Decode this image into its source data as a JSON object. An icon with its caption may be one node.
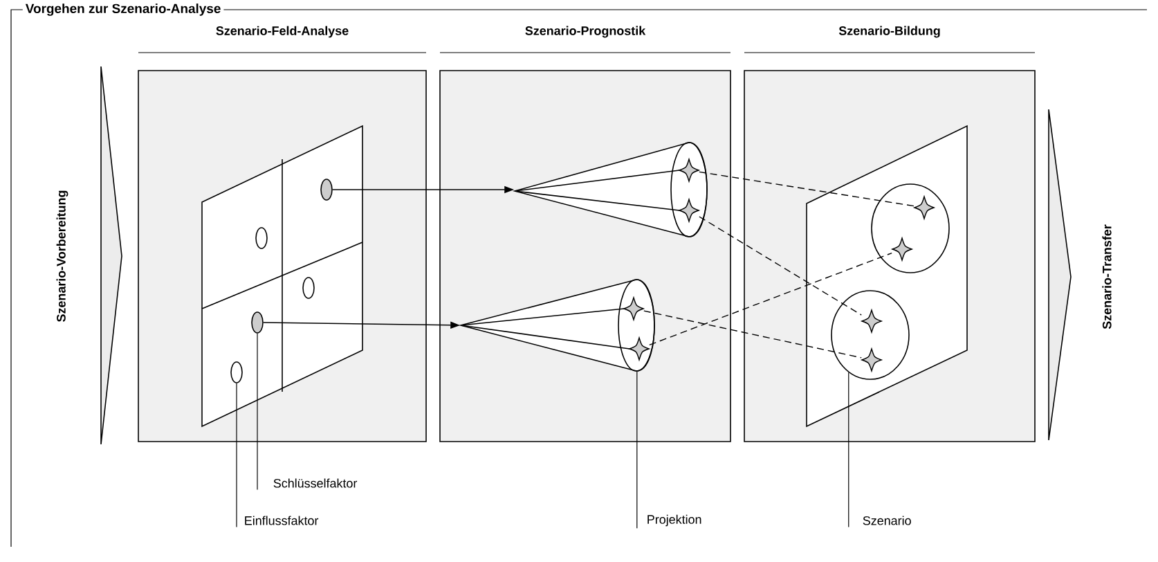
{
  "diagram": {
    "title": "Vorgehen zur Szenario-Analyse",
    "nodes": [
      {
        "text": [
          "Szenario-Feld-Analyse"
        ]
      },
      {
        "text": [
          "Szenario-Prognostik"
        ]
      },
      {
        "text": [
          "Szenario-Bildung"
        ]
      },
      {
        "text": [
          "Szenario-Vorbereitung"
        ]
      },
      {
        "text": [
          "Szenario-Transfer"
        ]
      },
      {
        "text": [],
        "shape": "ellipse",
        "in": 0
      },
      {
        "text": [],
        "shape": "ellipse",
        "in": 0
      },
      {
        "text": [],
        "shape": "ellipse",
        "in": 0
      },
      {
        "text": [],
        "shape": "ellipse",
        "in": 0
      },
      {
        "text": [],
        "shape": "ellipse",
        "in": 0
      },
      {
        "text": [],
        "shape": "cone",
        "in": 1
      },
      {
        "text": [],
        "shape": "cone",
        "in": 1
      },
      {
        "text": [],
        "shape": "star",
        "in": 10
      },
      {
        "text": [],
        "shape": "star",
        "in": 10
      },
      {
        "text": [],
        "shape": "star",
        "in": 11
      },
      {
        "text": [],
        "shape": "star",
        "in": 11
      },
      {
        "text": [],
        "shape": "ellipse",
        "in": 2
      },
      {
        "text": [],
        "shape": "ellipse",
        "in": 2
      },
      {
        "text": [],
        "shape": "star",
        "in": 16
      },
      {
        "text": [],
        "shape": "star",
        "in": 16
      },
      {
        "text": [],
        "shape": "star",
        "in": 17
      },
      {
        "text": [],
        "shape": "star",
        "in": 17
      },
      {
        "text": [
          "Schlüsselfaktor"
        ]
      },
      {
        "text": [
          "Einflussfaktor"
        ]
      },
      {
        "text": [
          "Projektion"
        ]
      },
      {
        "text": [
          "Szenario"
        ]
      }
    ],
    "edges": [
      {
        "from": 5,
        "to": 10,
        "arrow": "to"
      },
      {
        "from": 8,
        "to": 11,
        "arrow": "to"
      },
      {
        "from": 12,
        "to": 18,
        "arrow": "none",
        "style": "dashed"
      },
      {
        "from": 13,
        "to": 20,
        "arrow": "none",
        "style": "dashed"
      },
      {
        "from": 14,
        "to": 21,
        "arrow": "none",
        "style": "dashed"
      },
      {
        "from": 15,
        "to": 19,
        "arrow": "none",
        "style": "dashed"
      },
      {
        "from": 22,
        "to": 8,
        "arrow": "none"
      },
      {
        "from": 23,
        "to": 9,
        "arrow": "none"
      },
      {
        "from": 24,
        "to": 11,
        "arrow": "none"
      },
      {
        "from": 25,
        "to": 17,
        "arrow": "none"
      }
    ]
  }
}
